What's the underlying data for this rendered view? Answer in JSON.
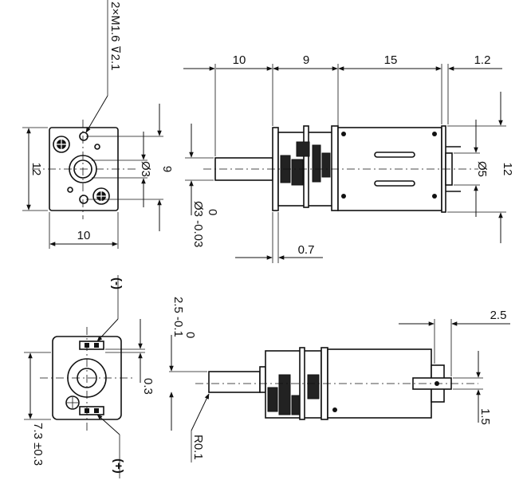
{
  "callouts": {
    "screws": "2×M1.6 ⊽2.1",
    "negative": "(-)",
    "positive": "(+)",
    "radius": "R0.1"
  },
  "front_view": {
    "height": "12",
    "width": "10",
    "bolt_spacing": "9",
    "shaft_diameter": "Ø3"
  },
  "side_view": {
    "shaft_length": "10",
    "gearbox_length": "9",
    "motor_length": "15",
    "end_cap": "1.2",
    "shaft_tol_upper": "0",
    "shaft_tol": "Ø3 -0.03",
    "flange": "0.7",
    "boss": "Ø5",
    "height": "12"
  },
  "terminal_view": {
    "flat_tol_upper": "0",
    "flat_tol": "2.5 -0.1",
    "offset": "0.3",
    "terminal_height": "7.3 ±0.3"
  },
  "bottom_view": {
    "terminal_length": "2.5",
    "terminal_width": "1.5"
  }
}
